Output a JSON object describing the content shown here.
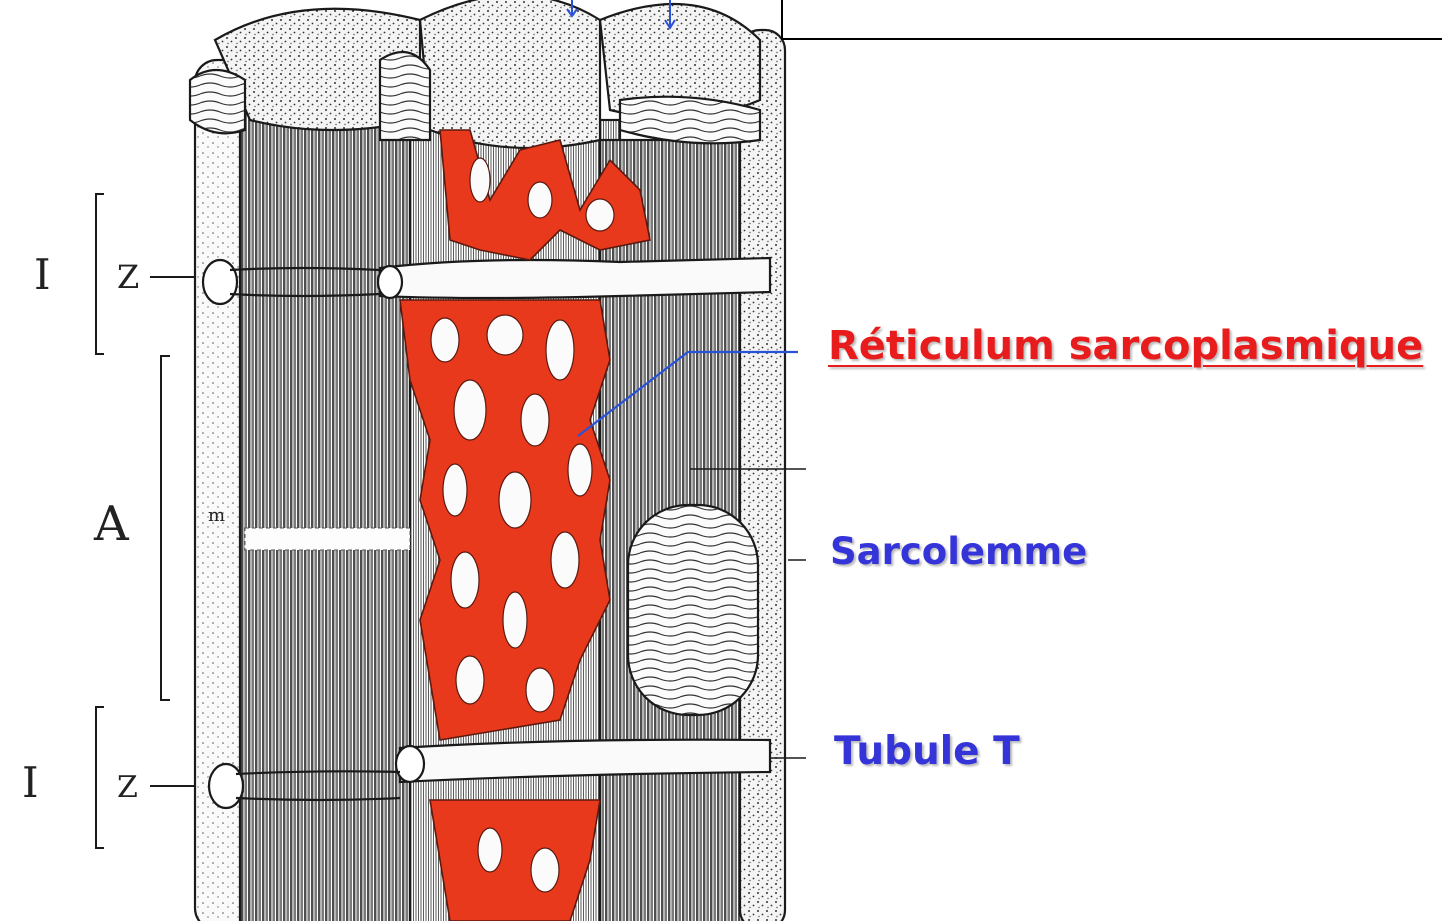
{
  "labels": {
    "reticulum": "Réticulum sarcoplasmique",
    "sarcolemme": "Sarcolemme",
    "tubule": "Tubule T"
  },
  "bands": {
    "i_upper": "I",
    "z_upper": "Z",
    "a_band": "A",
    "m_line": "m",
    "i_lower": "I",
    "z_lower": "Z"
  },
  "colors": {
    "reticulum_label": "#e81c1c",
    "blue_label": "#3434d8",
    "reticulum_fill": "#e8391c",
    "pointer_line": "#2a52d6",
    "ink": "#1a1a1a"
  }
}
